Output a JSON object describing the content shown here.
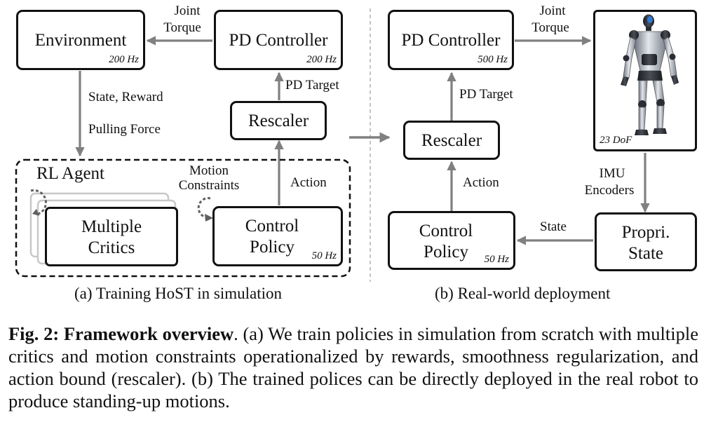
{
  "left": {
    "environment": {
      "label": "Environment",
      "freq": "200 Hz"
    },
    "pd_controller": {
      "label": "PD Controller",
      "freq": "200 Hz"
    },
    "rescaler": {
      "label": "Rescaler"
    },
    "control_policy": {
      "label_line1": "Control",
      "label_line2": "Policy",
      "freq": "50 Hz"
    },
    "multiple_critics": {
      "label_line1": "Multiple",
      "label_line2": "Critics"
    },
    "rl_agent": "RL Agent",
    "motion_constraints": [
      "Motion",
      "Constraints"
    ],
    "joint_torque": [
      "Joint",
      "Torque"
    ],
    "pd_target": "PD Target",
    "state_reward": "State, Reward",
    "pulling_force": "Pulling Force",
    "action": "Action",
    "subcaption": "(a) Training HoST in simulation"
  },
  "right": {
    "pd_controller": {
      "label": "PD Controller",
      "freq": "500 Hz"
    },
    "rescaler": {
      "label": "Rescaler"
    },
    "control_policy": {
      "label_line1": "Control",
      "label_line2": "Policy",
      "freq": "50 Hz"
    },
    "propri_state": {
      "label_line1": "Propri.",
      "label_line2": "State"
    },
    "robot": {
      "dof": "23 DoF"
    },
    "joint_torque": [
      "Joint",
      "Torque"
    ],
    "pd_target": "PD Target",
    "action": "Action",
    "state": "State",
    "imu_encoders": [
      "IMU",
      "Encoders"
    ],
    "subcaption": "(b) Real-world deployment"
  },
  "caption": {
    "prefix": "Fig. 2: Framework overview",
    "text": ". (a) We train policies in simulation from scratch with multiple critics and motion constraints operationalized by rewards, smoothness regularization, and action bound (rescaler). (b) The trained polices can be directly deployed in the real robot to produce standing-up motions."
  },
  "colors": {
    "arrow": "#808080",
    "box": "#111111",
    "stack": "#c8c8c8"
  }
}
